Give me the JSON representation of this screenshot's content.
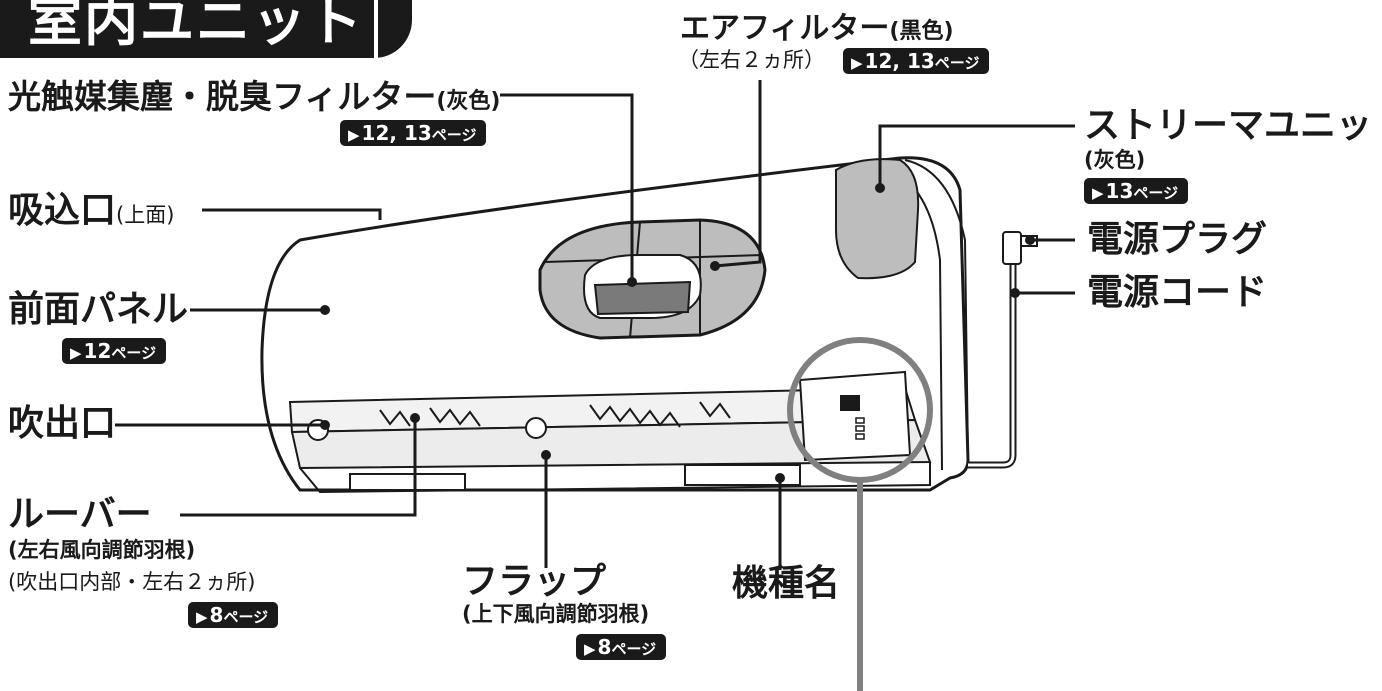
{
  "title": "室内ユニット",
  "labels": {
    "air_filter": {
      "name": "エアフィルター",
      "color": "(黒色)",
      "note": "（左右２ヵ所）",
      "ref_num": "12, 13",
      "ref_unit": "ページ"
    },
    "photocatalyst_filter": {
      "name": "光触媒集塵・脱臭フィルター",
      "color": "(灰色)",
      "ref_num": "12, 13",
      "ref_unit": "ページ"
    },
    "streamer_unit": {
      "name": "ストリーマユニット",
      "color": "(灰色)",
      "ref_num": "13",
      "ref_unit": "ページ"
    },
    "intake": {
      "name": "吸込口",
      "note": "(上面)"
    },
    "power_plug": {
      "name": "電源プラグ"
    },
    "power_cord": {
      "name": "電源コード"
    },
    "front_panel": {
      "name": "前面パネル",
      "ref_num": "12",
      "ref_unit": "ページ"
    },
    "outlet": {
      "name": "吹出口"
    },
    "louver": {
      "name": "ルーバー",
      "sub": "(左右風向調節羽根)",
      "note": "(吹出口内部・左右２ヵ所)",
      "ref_num": "8",
      "ref_unit": "ページ"
    },
    "flap": {
      "name": "フラップ",
      "sub": "(上下風向調節羽根)",
      "ref_num": "8",
      "ref_unit": "ページ"
    },
    "model_name": {
      "name": "機種名"
    }
  },
  "ref_arrow": "▶",
  "colors": {
    "ink": "#1a1a1a",
    "filter_gray": "#bdbdbd",
    "dark_gray": "#7a7a7a",
    "callout_circle": "#808080"
  }
}
